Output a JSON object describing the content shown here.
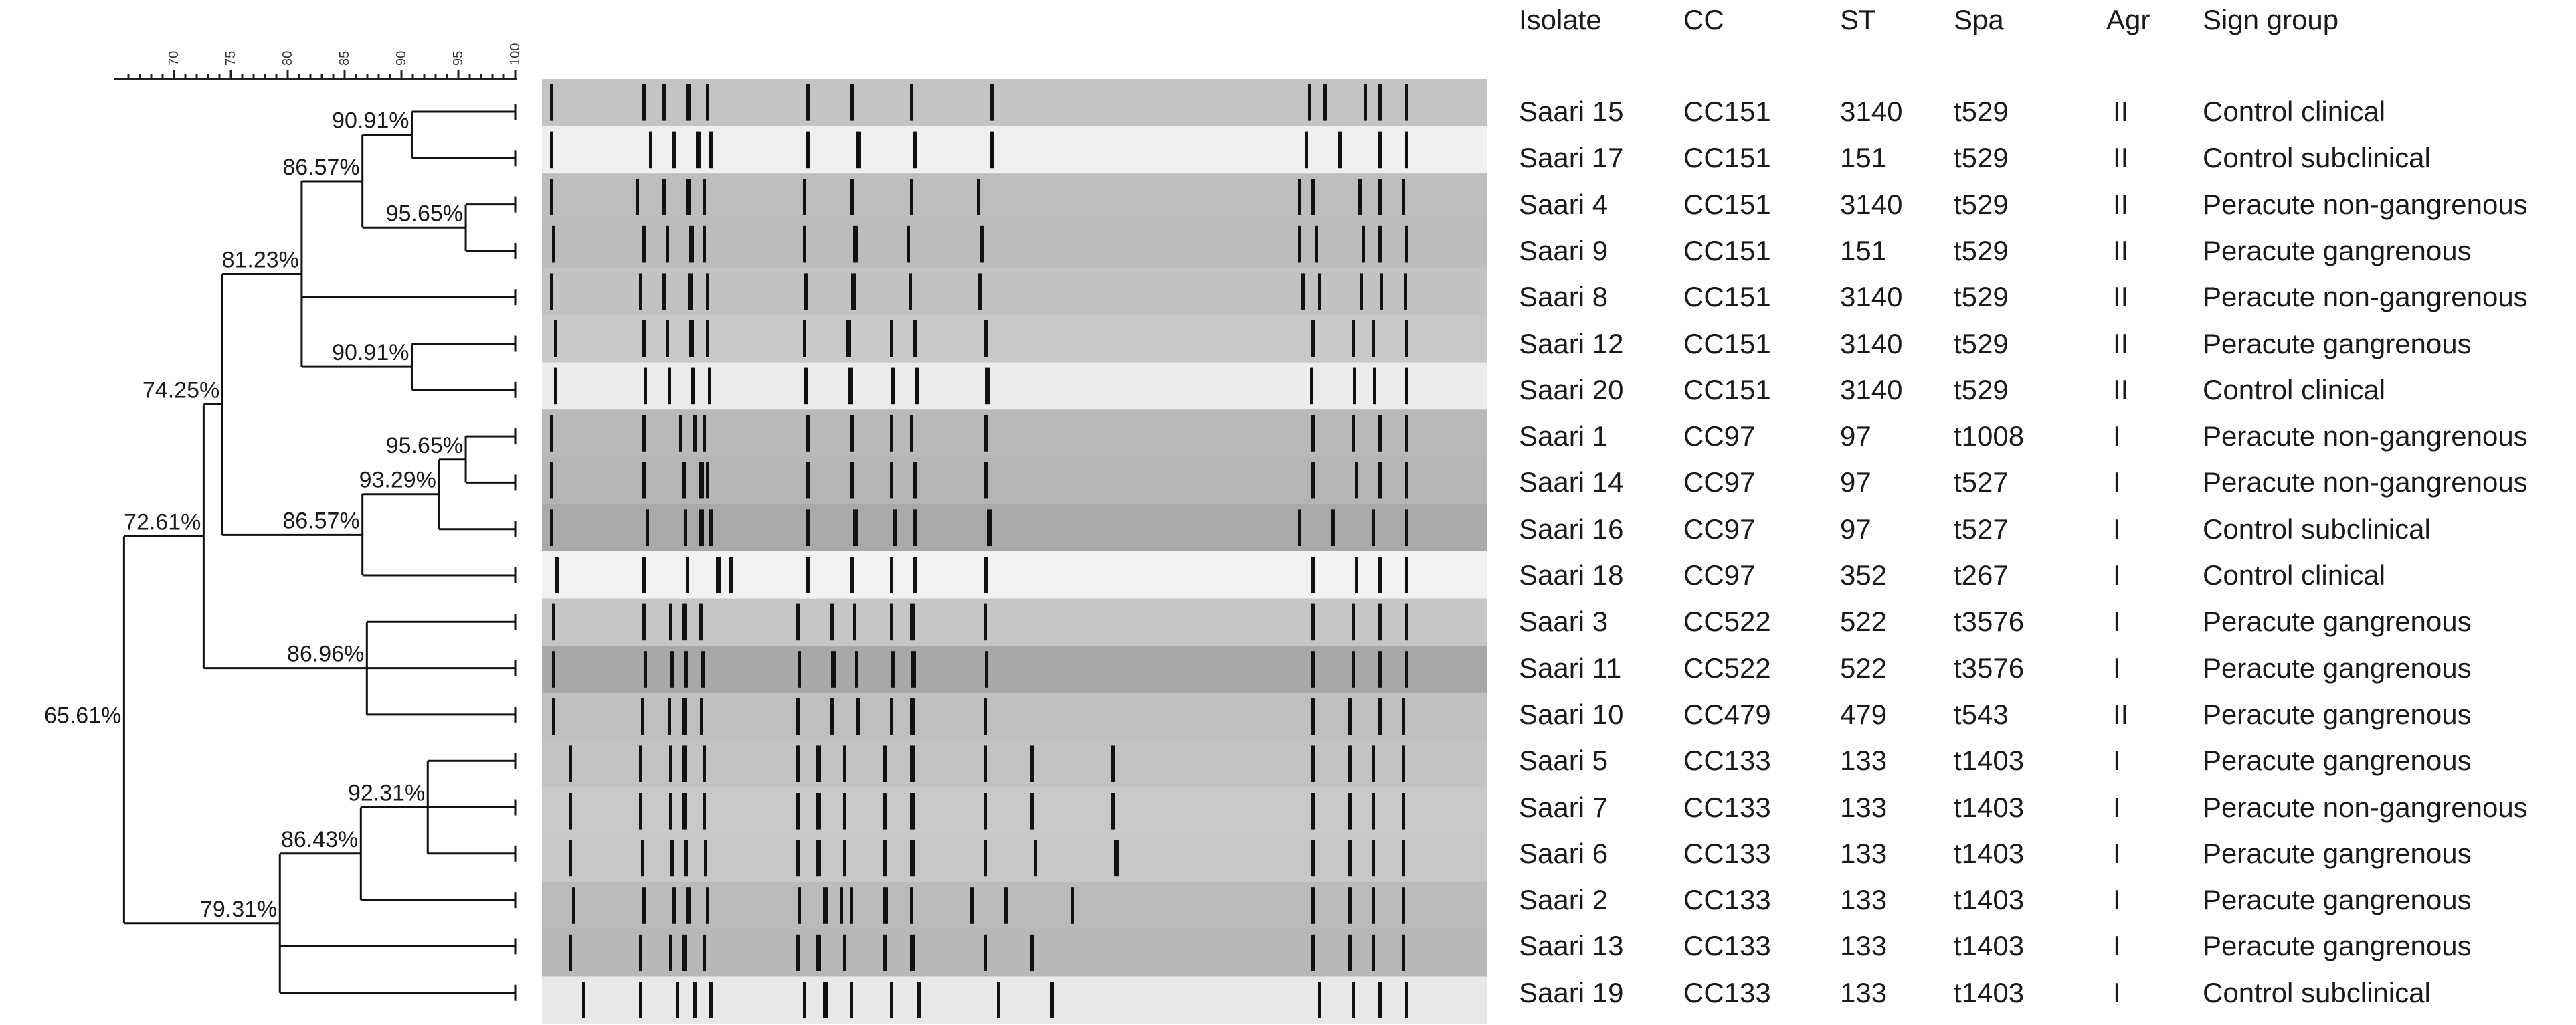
{
  "scale": {
    "ticks": [
      "70",
      "75",
      "80",
      "85",
      "90",
      "95",
      "100"
    ]
  },
  "dendrogram": {
    "nodes": [
      {
        "label": "90.91%",
        "value": 90.91,
        "children": [
          0,
          1
        ]
      },
      {
        "label": "95.65%",
        "value": 95.65,
        "children": [
          2,
          3
        ]
      },
      {
        "label": "86.57%",
        "value": 86.57,
        "children": [
          "n0",
          "n1"
        ]
      },
      {
        "label": "90.91%",
        "value": 90.91,
        "children": [
          5,
          6
        ]
      },
      {
        "label": "81.23%",
        "value": 81.23,
        "children": [
          "n2",
          "n3",
          "r4"
        ]
      },
      {
        "label": "95.65%",
        "value": 95.65,
        "children": [
          7,
          8
        ]
      },
      {
        "label": "93.29%",
        "value": 93.29,
        "children": [
          "n5",
          9
        ]
      },
      {
        "label": "86.57%",
        "value": 86.57,
        "children": [
          "n6",
          10
        ]
      },
      {
        "label": "74.25%",
        "value": 74.25,
        "children": [
          "n4",
          "n7"
        ]
      },
      {
        "label": "86.96%",
        "value": 86.96,
        "children": [
          11,
          12,
          13
        ]
      },
      {
        "label": "72.61%",
        "value": 72.61,
        "children": [
          "n8",
          "n9"
        ]
      },
      {
        "label": "92.31%",
        "value": 92.31,
        "children": [
          14,
          15,
          16
        ]
      },
      {
        "label": "86.43%",
        "value": 86.43,
        "children": [
          "n11",
          17
        ]
      },
      {
        "label": "79.31%",
        "value": 79.31,
        "children": [
          "n12",
          18,
          19
        ]
      },
      {
        "label": "65.61%",
        "value": 65.61,
        "children": [
          "n10",
          "n13"
        ]
      }
    ]
  },
  "table": {
    "headers": {
      "isolate": "Isolate",
      "cc": "CC",
      "st": "ST",
      "spa": "Spa",
      "agr": "Agr",
      "sign_group": "Sign group"
    },
    "rows": [
      {
        "isolate": "Saari 15",
        "cc": "CC151",
        "st": "3140",
        "spa": "t529",
        "agr": "II",
        "sign_group": "Control clinical"
      },
      {
        "isolate": "Saari 17",
        "cc": "CC151",
        "st": "151",
        "spa": "t529",
        "agr": "II",
        "sign_group": "Control subclinical"
      },
      {
        "isolate": "Saari 4",
        "cc": "CC151",
        "st": "3140",
        "spa": "t529",
        "agr": "II",
        "sign_group": "Peracute non-gangrenous"
      },
      {
        "isolate": "Saari 9",
        "cc": "CC151",
        "st": "151",
        "spa": "t529",
        "agr": "II",
        "sign_group": "Peracute gangrenous"
      },
      {
        "isolate": "Saari 8",
        "cc": "CC151",
        "st": "3140",
        "spa": "t529",
        "agr": "II",
        "sign_group": "Peracute non-gangrenous"
      },
      {
        "isolate": "Saari 12",
        "cc": "CC151",
        "st": "3140",
        "spa": "t529",
        "agr": "II",
        "sign_group": "Peracute gangrenous"
      },
      {
        "isolate": "Saari 20",
        "cc": "CC151",
        "st": "3140",
        "spa": "t529",
        "agr": "II",
        "sign_group": "Control clinical"
      },
      {
        "isolate": "Saari 1",
        "cc": "CC97",
        "st": "97",
        "spa": "t1008",
        "agr": "I",
        "sign_group": "Peracute non-gangrenous"
      },
      {
        "isolate": "Saari 14",
        "cc": "CC97",
        "st": "97",
        "spa": "t527",
        "agr": "I",
        "sign_group": "Peracute non-gangrenous"
      },
      {
        "isolate": "Saari 16",
        "cc": "CC97",
        "st": "97",
        "spa": "t527",
        "agr": "I",
        "sign_group": "Control subclinical"
      },
      {
        "isolate": "Saari 18",
        "cc": "CC97",
        "st": "352",
        "spa": "t267",
        "agr": "I",
        "sign_group": "Control clinical"
      },
      {
        "isolate": "Saari 3",
        "cc": "CC522",
        "st": "522",
        "spa": "t3576",
        "agr": "I",
        "sign_group": "Peracute gangrenous"
      },
      {
        "isolate": "Saari 11",
        "cc": "CC522",
        "st": "522",
        "spa": "t3576",
        "agr": "I",
        "sign_group": "Peracute gangrenous"
      },
      {
        "isolate": "Saari 10",
        "cc": "CC479",
        "st": "479",
        "spa": "t543",
        "agr": "II",
        "sign_group": "Peracute gangrenous"
      },
      {
        "isolate": "Saari 5",
        "cc": "CC133",
        "st": "133",
        "spa": "t1403",
        "agr": "I",
        "sign_group": "Peracute gangrenous"
      },
      {
        "isolate": "Saari 7",
        "cc": "CC133",
        "st": "133",
        "spa": "t1403",
        "agr": "I",
        "sign_group": "Peracute non-gangrenous"
      },
      {
        "isolate": "Saari 6",
        "cc": "CC133",
        "st": "133",
        "spa": "t1403",
        "agr": "I",
        "sign_group": "Peracute gangrenous"
      },
      {
        "isolate": "Saari 2",
        "cc": "CC133",
        "st": "133",
        "spa": "t1403",
        "agr": "I",
        "sign_group": "Peracute gangrenous"
      },
      {
        "isolate": "Saari 13",
        "cc": "CC133",
        "st": "133",
        "spa": "t1403",
        "agr": "I",
        "sign_group": "Peracute gangrenous"
      },
      {
        "isolate": "Saari 19",
        "cc": "CC133",
        "st": "133",
        "spa": "t1403",
        "agr": "I",
        "sign_group": "Control subclinical"
      }
    ]
  },
  "gel": {
    "lane_shades": [
      "#c4c4c4",
      "#efefef",
      "#bdbdbd",
      "#bcbcbc",
      "#c2c2c2",
      "#c8c8c8",
      "#ececec",
      "#b9b9b9",
      "#b5b5b5",
      "#a9a9a9",
      "#f2f2f2",
      "#c6c6c6",
      "#a8a8a8",
      "#bfbfbf",
      "#c3c3c3",
      "#c9c9c9",
      "#c7c7c7",
      "#bbbbbb",
      "#b7b7b7",
      "#e8e8e8"
    ],
    "band_color": "#111111"
  }
}
